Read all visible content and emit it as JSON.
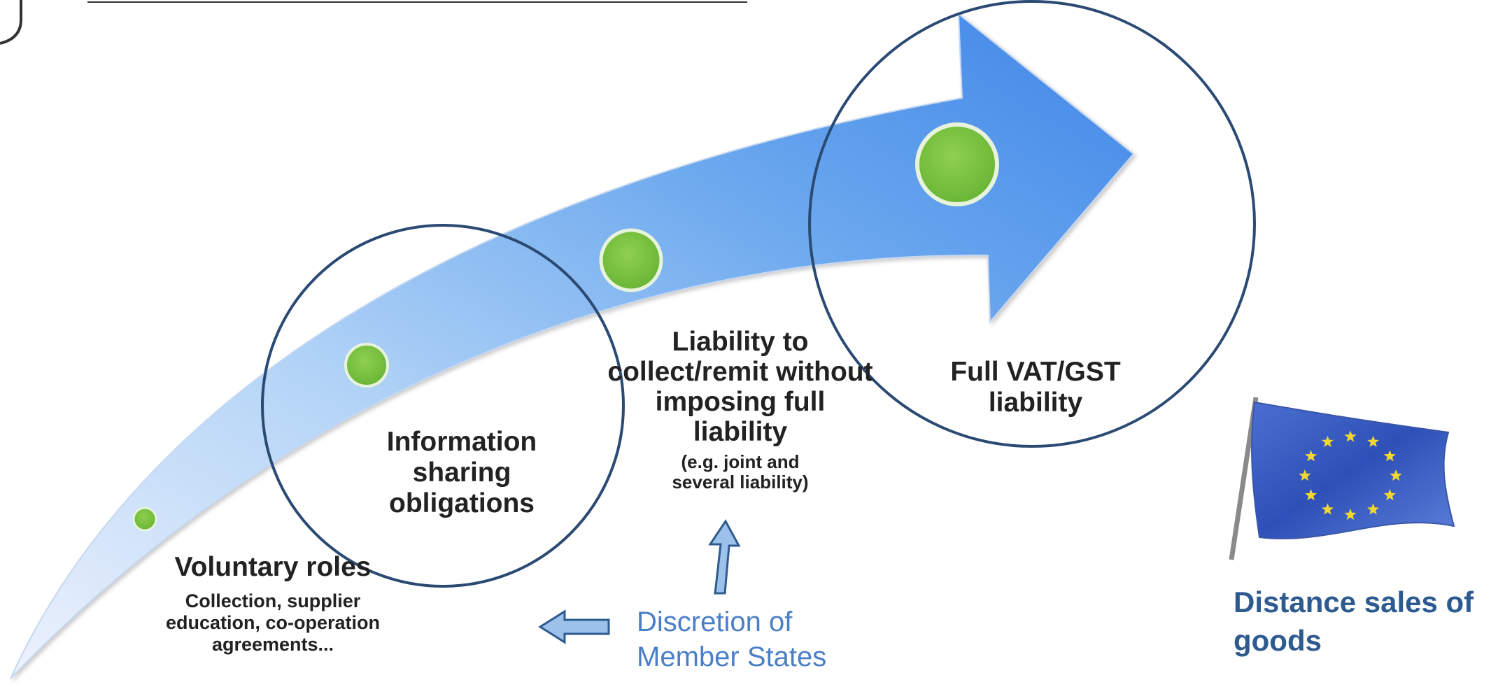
{
  "stages": {
    "voluntary": {
      "title": "Voluntary roles",
      "detail": "Collection, supplier education, co-operation agreements..."
    },
    "information": {
      "title": "Information sharing obligations"
    },
    "liability_collect": {
      "title": "Liability to collect/remit without imposing full liability",
      "example": "(e.g. joint and several liability)"
    },
    "full_liability": {
      "title": "Full VAT/GST liability"
    }
  },
  "discretion": {
    "line1": "Discretion of",
    "line2": "Member States"
  },
  "distance_sales": {
    "line1": "Distance sales of",
    "line2": "goods"
  },
  "colors": {
    "arrow_light": "#e9eefb",
    "arrow_mid": "#8dbdf2",
    "arrow_dark": "#3f86e8",
    "dot_green": "#7cc043",
    "circle_outline": "#2b4a73",
    "discretion_text": "#4a7fc7",
    "caption_text": "#2e5b8f",
    "eu_blue": "#2e50b8",
    "eu_star": "#f2d72e"
  },
  "icons": {
    "eu_flag": "eu-flag-icon",
    "left_arrow": "left-arrow-icon",
    "up_arrow": "up-arrow-icon"
  }
}
